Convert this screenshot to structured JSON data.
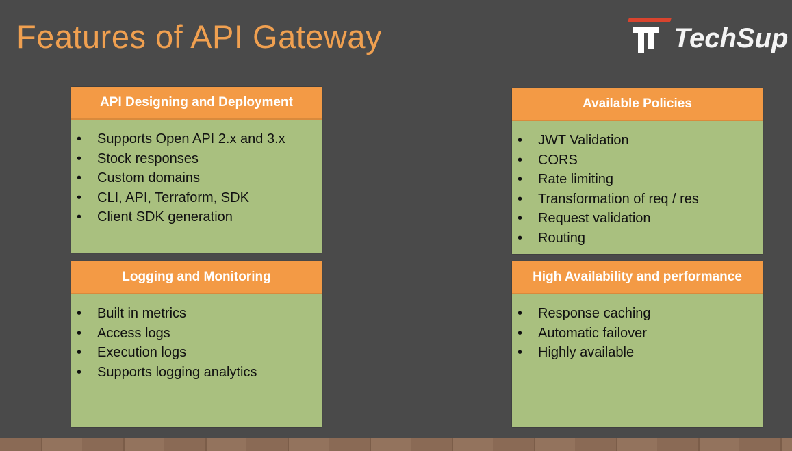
{
  "title": "Features of API Gateway",
  "logo": {
    "text": "TechSup",
    "icon": "techsup-t-logo"
  },
  "colors": {
    "background": "#4a4a4a",
    "header": "#f39a45",
    "card": "#a9c07f",
    "title": "#f0a050"
  },
  "cards": [
    {
      "title": "API Designing and Deployment",
      "items": [
        "Supports Open API 2.x and 3.x",
        "Stock responses",
        "Custom domains",
        "CLI, API, Terraform, SDK",
        "Client SDK generation"
      ]
    },
    {
      "title": "Available Policies",
      "items": [
        "JWT Validation",
        "CORS",
        "Rate limiting",
        "Transformation of req / res",
        "Request validation",
        "Routing"
      ]
    },
    {
      "title": "Logging and Monitoring",
      "items": [
        "Built in metrics",
        "Access logs",
        "Execution logs",
        "Supports logging analytics"
      ]
    },
    {
      "title": "High Availability and performance",
      "items": [
        "Response caching",
        "Automatic failover",
        "Highly available"
      ]
    }
  ]
}
